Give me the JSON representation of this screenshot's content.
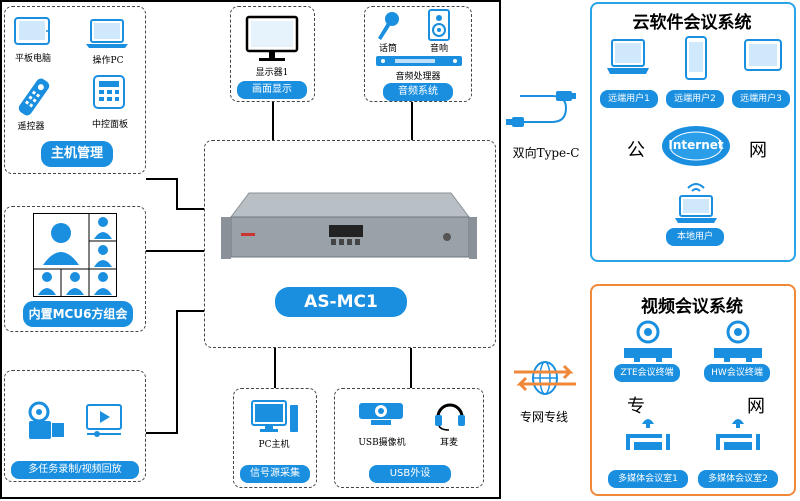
{
  "left_panel": {
    "host_mgmt": {
      "tablet": "平板电脑",
      "pc": "操作PC",
      "remote": "遥控器",
      "control_panel": "中控面板",
      "title": "主机管理"
    },
    "mcu": {
      "title": "内置MCU6方组会"
    },
    "recording": {
      "title": "多任务录制/视频回放"
    }
  },
  "top_boxes": {
    "display": {
      "item": "显示器1",
      "title": "画面显示"
    },
    "audio": {
      "mic": "话筒",
      "speaker": "音响",
      "processor": "音频处理器",
      "title": "音频系统"
    }
  },
  "center": {
    "device_label": "AS-MC1"
  },
  "bottom_boxes": {
    "signal": {
      "item": "PC主机",
      "title": "信号源采集"
    },
    "usb": {
      "camera": "USB摄像机",
      "headset": "耳麦",
      "title": "USB外设"
    }
  },
  "connections": {
    "typec": "双向Type-C",
    "private_line": "专网专线"
  },
  "cloud": {
    "title": "云软件会议系统",
    "users": [
      "远端用户1",
      "远端用户2",
      "远端用户3"
    ],
    "public_left": "公",
    "public_right": "网",
    "internet": "Internet",
    "local_user": "本地用户"
  },
  "video": {
    "title": "视频会议系统",
    "terminals": [
      "ZTE会议终端",
      "HW会议终端"
    ],
    "private_left": "专",
    "private_right": "网",
    "rooms": [
      "多媒体会议室1",
      "多媒体会议室2"
    ]
  },
  "colors": {
    "blue": "#1a8fe0",
    "cloud_border": "#2aa4e8",
    "video_border": "#f0883a"
  }
}
